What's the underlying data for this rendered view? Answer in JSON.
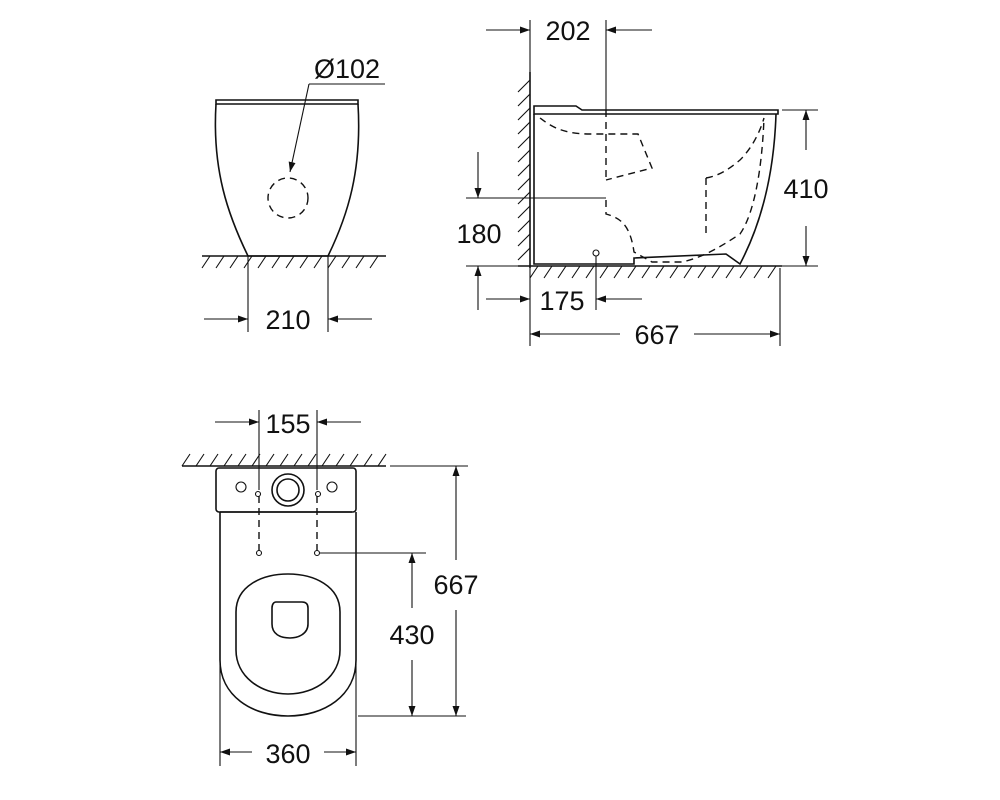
{
  "dimensions": {
    "front_outlet_diameter": "Ø102",
    "front_base_width": "210",
    "side_top_offset": "202",
    "side_height": "410",
    "side_outlet_height": "180",
    "side_outlet_offset": "175",
    "side_total_length": "667",
    "top_bolt_spacing": "155",
    "top_total_length": "667",
    "top_fixing_distance": "430",
    "top_width": "360"
  }
}
